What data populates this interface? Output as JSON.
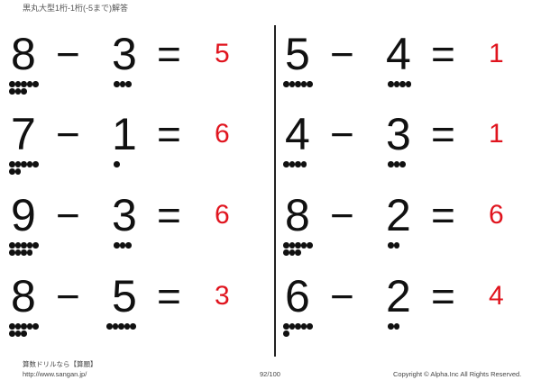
{
  "header": {
    "title": "黒丸大型1桁-1桁(-5まで)解答"
  },
  "problems": [
    {
      "a": "8",
      "op": "−",
      "b": "3",
      "eq": "=",
      "ans": "5"
    },
    {
      "a": "7",
      "op": "−",
      "b": "1",
      "eq": "=",
      "ans": "6"
    },
    {
      "a": "9",
      "op": "−",
      "b": "3",
      "eq": "=",
      "ans": "6"
    },
    {
      "a": "8",
      "op": "−",
      "b": "5",
      "eq": "=",
      "ans": "3"
    },
    {
      "a": "5",
      "op": "−",
      "b": "4",
      "eq": "=",
      "ans": "1"
    },
    {
      "a": "4",
      "op": "−",
      "b": "3",
      "eq": "=",
      "ans": "1"
    },
    {
      "a": "8",
      "op": "−",
      "b": "2",
      "eq": "=",
      "ans": "6"
    },
    {
      "a": "6",
      "op": "−",
      "b": "2",
      "eq": "=",
      "ans": "4"
    }
  ],
  "footer": {
    "brand": "算数ドリルなら【算願】",
    "url": "http://www.sangan.jp/",
    "page": "92/100",
    "copyright": "Copyright © Alpha.Inc All Rights Reserved."
  },
  "colors": {
    "answer": "#e0141e"
  }
}
